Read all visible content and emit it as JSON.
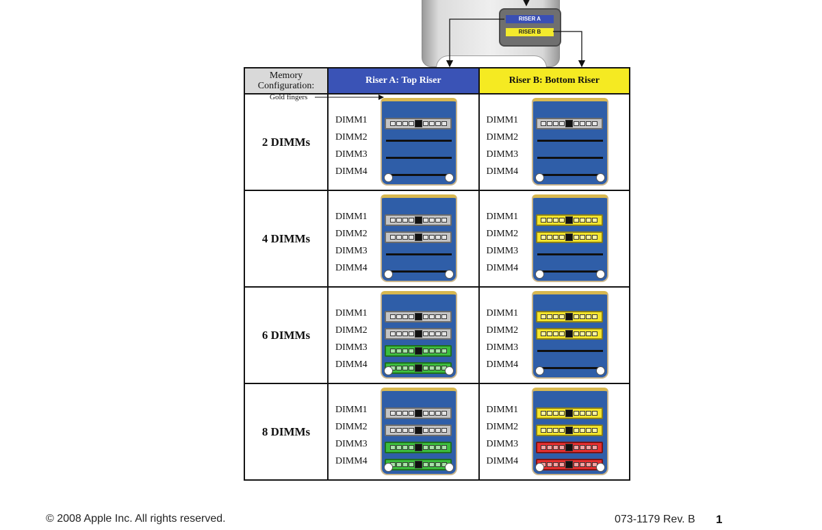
{
  "diagram": {
    "riser_a_tag": "RISER A",
    "riser_b_tag": "RISER B",
    "gold_fingers_label": "Gold fingers"
  },
  "table": {
    "header_memory": "Memory Configuration:",
    "header_riser_a": "Riser A: Top Riser",
    "header_riser_b": "Riser B: Bottom Riser",
    "slot_labels": [
      "DIMM1",
      "DIMM2",
      "DIMM3",
      "DIMM4"
    ],
    "rows": [
      {
        "label": "2 DIMMs",
        "riser_a": [
          "gray",
          "empty",
          "empty",
          "empty"
        ],
        "riser_b": [
          "gray",
          "empty",
          "empty",
          "empty"
        ]
      },
      {
        "label": "4 DIMMs",
        "riser_a": [
          "gray",
          "gray",
          "empty",
          "empty"
        ],
        "riser_b": [
          "yellow",
          "yellow",
          "empty",
          "empty"
        ]
      },
      {
        "label": "6 DIMMs",
        "riser_a": [
          "gray",
          "gray",
          "green",
          "green"
        ],
        "riser_b": [
          "yellow",
          "yellow",
          "empty",
          "empty"
        ]
      },
      {
        "label": "8 DIMMs",
        "riser_a": [
          "gray",
          "gray",
          "green",
          "green"
        ],
        "riser_b": [
          "yellow",
          "yellow",
          "red",
          "red"
        ]
      }
    ]
  },
  "colors": {
    "riser_a": "#3a53b6",
    "riser_b": "#f5ea22",
    "board": "#2f5ea8"
  },
  "footer": {
    "copyright": "© 2008 Apple Inc. All rights reserved.",
    "doc_number": "073-1179 Rev. B",
    "page_number": "1"
  }
}
